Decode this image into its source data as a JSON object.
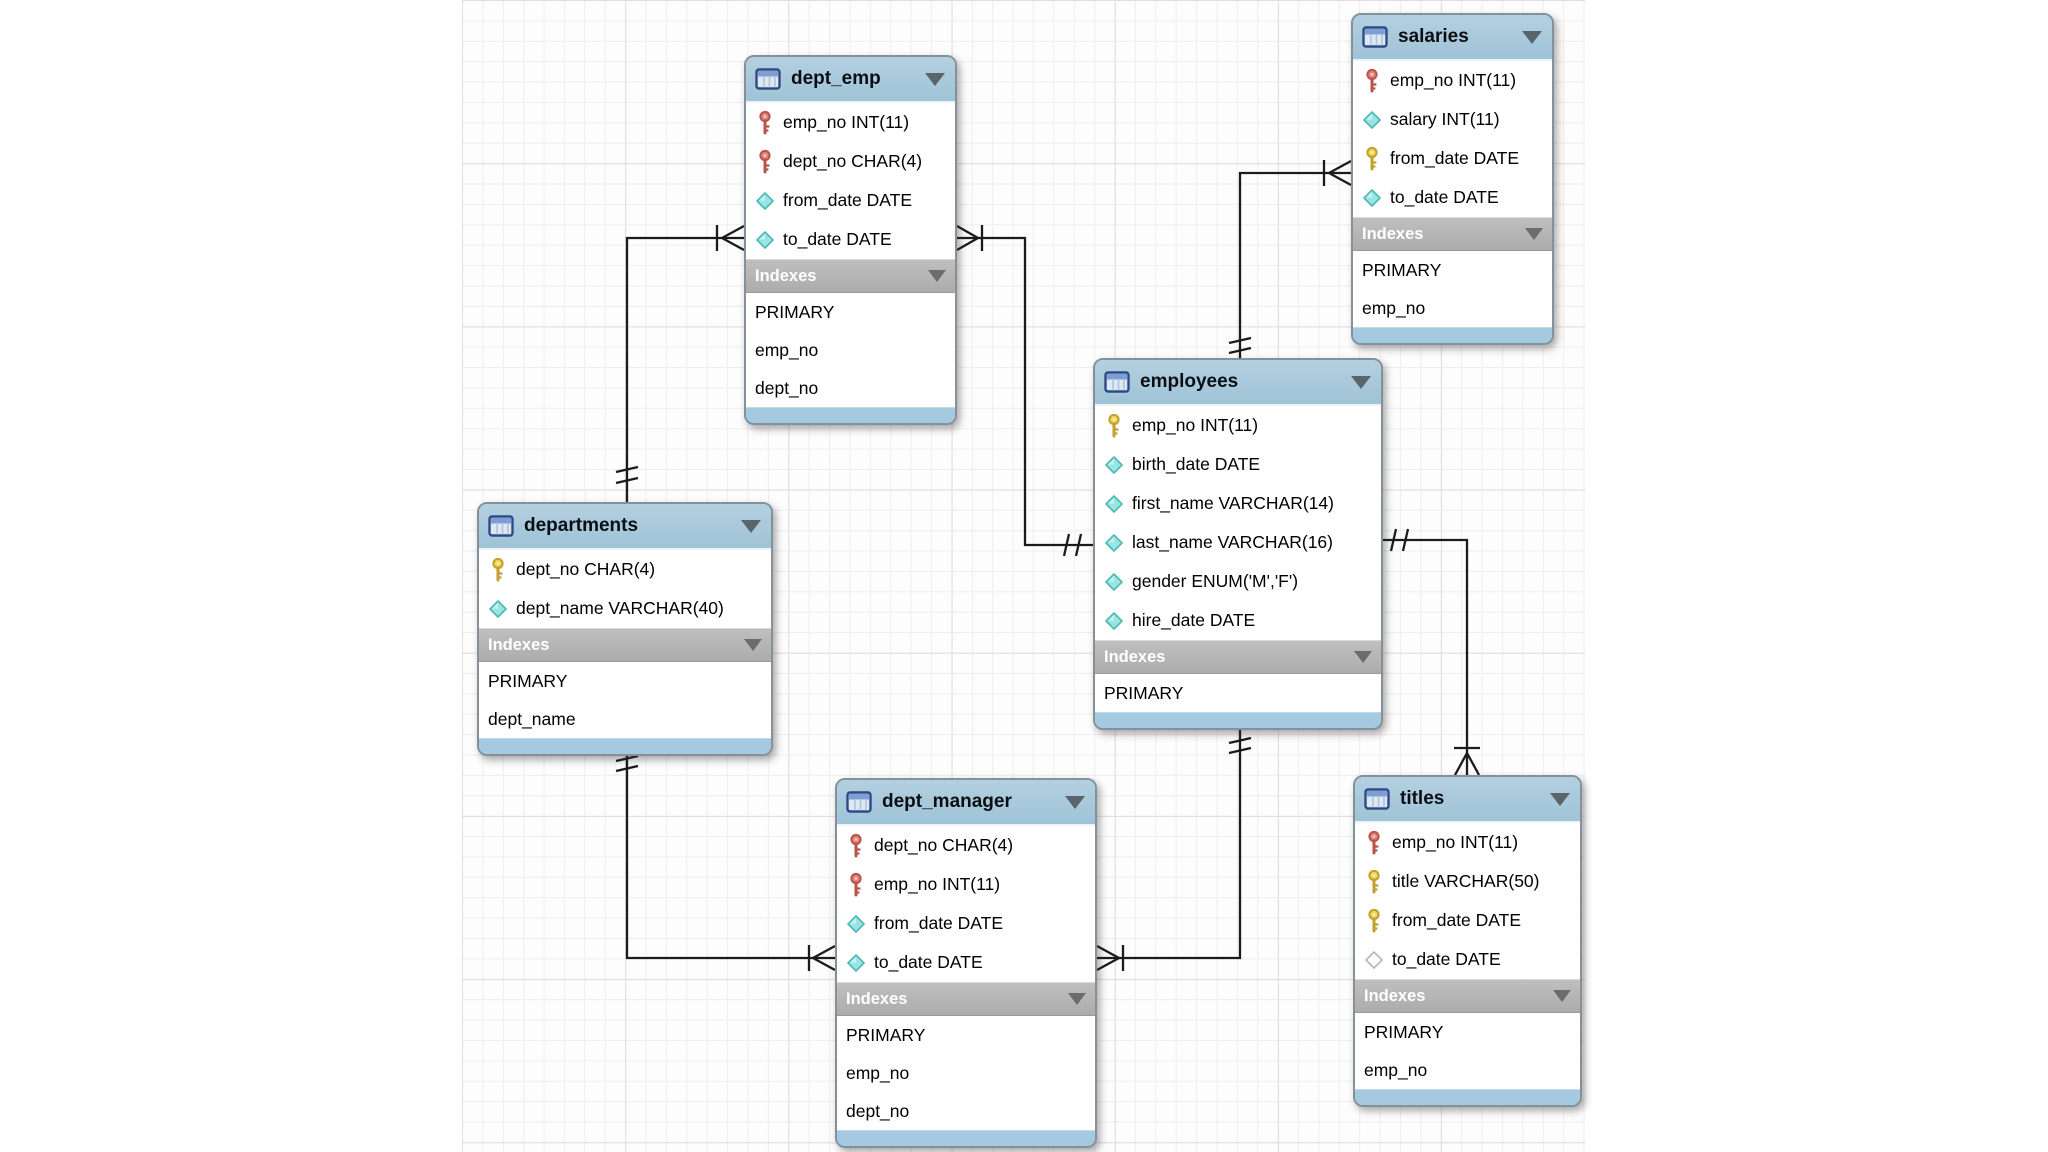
{
  "diagram": {
    "tool": "EER diagram",
    "colors": {
      "table_header_blue": "#a7c9dc",
      "table_footer_blue": "#a4c9e0",
      "indexes_bar_gray": "#b3b3b3",
      "key_primary_yellow": "#f0d557",
      "key_primary_fk_red": "#e2837a",
      "attribute_diamond_cyan": "#97e6e3",
      "attribute_diamond_hollow": "#fdfdfd",
      "connector_black": "#1b1b1b"
    },
    "tables": [
      {
        "id": "dept_emp",
        "title": "dept_emp",
        "columns": [
          {
            "icon": "key-red",
            "text": "emp_no INT(11)"
          },
          {
            "icon": "key-red",
            "text": "dept_no CHAR(4)"
          },
          {
            "icon": "diamond-cyan",
            "text": "from_date DATE"
          },
          {
            "icon": "diamond-cyan",
            "text": "to_date DATE"
          }
        ],
        "indexes_label": "Indexes",
        "indexes": [
          "PRIMARY",
          "emp_no",
          "dept_no"
        ]
      },
      {
        "id": "salaries",
        "title": "salaries",
        "columns": [
          {
            "icon": "key-red",
            "text": "emp_no INT(11)"
          },
          {
            "icon": "diamond-cyan",
            "text": "salary INT(11)"
          },
          {
            "icon": "key-yellow",
            "text": "from_date DATE"
          },
          {
            "icon": "diamond-cyan",
            "text": "to_date DATE"
          }
        ],
        "indexes_label": "Indexes",
        "indexes": [
          "PRIMARY",
          "emp_no"
        ]
      },
      {
        "id": "employees",
        "title": "employees",
        "columns": [
          {
            "icon": "key-yellow",
            "text": "emp_no INT(11)"
          },
          {
            "icon": "diamond-cyan",
            "text": "birth_date DATE"
          },
          {
            "icon": "diamond-cyan",
            "text": "first_name VARCHAR(14)"
          },
          {
            "icon": "diamond-cyan",
            "text": "last_name VARCHAR(16)"
          },
          {
            "icon": "diamond-cyan",
            "text": "gender ENUM('M','F')"
          },
          {
            "icon": "diamond-cyan",
            "text": "hire_date DATE"
          }
        ],
        "indexes_label": "Indexes",
        "indexes": [
          "PRIMARY"
        ]
      },
      {
        "id": "departments",
        "title": "departments",
        "columns": [
          {
            "icon": "key-yellow",
            "text": "dept_no CHAR(4)"
          },
          {
            "icon": "diamond-cyan",
            "text": "dept_name VARCHAR(40)"
          }
        ],
        "indexes_label": "Indexes",
        "indexes": [
          "PRIMARY",
          "dept_name"
        ]
      },
      {
        "id": "dept_manager",
        "title": "dept_manager",
        "columns": [
          {
            "icon": "key-red",
            "text": "dept_no CHAR(4)"
          },
          {
            "icon": "key-red",
            "text": "emp_no INT(11)"
          },
          {
            "icon": "diamond-cyan",
            "text": "from_date DATE"
          },
          {
            "icon": "diamond-cyan",
            "text": "to_date DATE"
          }
        ],
        "indexes_label": "Indexes",
        "indexes": [
          "PRIMARY",
          "emp_no",
          "dept_no"
        ]
      },
      {
        "id": "titles",
        "title": "titles",
        "columns": [
          {
            "icon": "key-red",
            "text": "emp_no INT(11)"
          },
          {
            "icon": "key-yellow",
            "text": "title VARCHAR(50)"
          },
          {
            "icon": "key-yellow",
            "text": "from_date DATE"
          },
          {
            "icon": "diamond-hollow",
            "text": "to_date DATE"
          }
        ],
        "indexes_label": "Indexes",
        "indexes": [
          "PRIMARY",
          "emp_no"
        ]
      }
    ],
    "relationships": [
      {
        "one": "departments",
        "many": "dept_emp",
        "one_notation": "exactly-one",
        "many_notation": "one-or-many"
      },
      {
        "one": "employees",
        "many": "dept_emp",
        "one_notation": "exactly-one",
        "many_notation": "one-or-many"
      },
      {
        "one": "employees",
        "many": "salaries",
        "one_notation": "exactly-one",
        "many_notation": "one-or-many"
      },
      {
        "one": "employees",
        "many": "titles",
        "one_notation": "exactly-one",
        "many_notation": "one-or-many"
      },
      {
        "one": "employees",
        "many": "dept_manager",
        "one_notation": "exactly-one",
        "many_notation": "one-or-many"
      },
      {
        "one": "departments",
        "many": "dept_manager",
        "one_notation": "exactly-one",
        "many_notation": "one-or-many"
      }
    ]
  }
}
